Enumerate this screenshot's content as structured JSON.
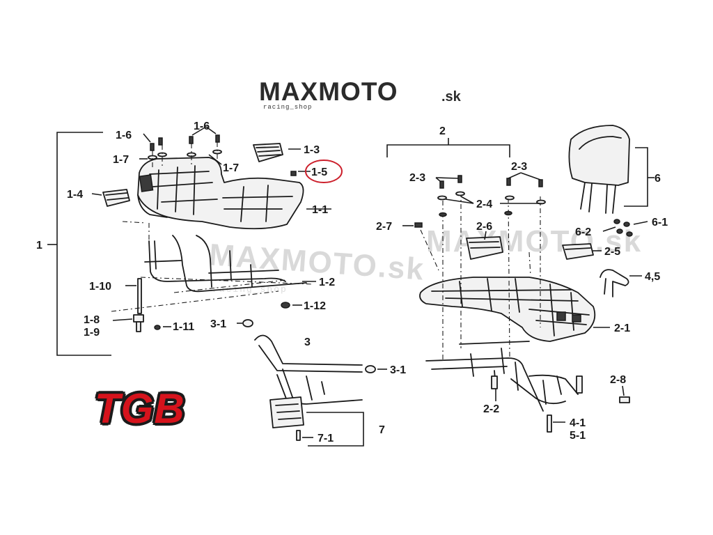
{
  "brand": {
    "name": "MAXMOTO",
    "tld": ".sk",
    "tagline": "racing_shop",
    "watermark": "MAXMOTO.sk",
    "watermark_sub": "racing_shop",
    "maker_logo": "TGB",
    "colors": {
      "tgb_red": "#d6131c",
      "ink": "#1a1a1a",
      "highlight": "#cc1f2b"
    }
  },
  "labels": {
    "g1": "1",
    "p1_1": "1-1",
    "p1_2": "1-2",
    "p1_3": "1-3",
    "p1_4": "1-4",
    "p1_5": "1-5",
    "p1_6a": "1-6",
    "p1_6b": "1-6",
    "p1_7a": "1-7",
    "p1_7b": "1-7",
    "p1_8": "1-8",
    "p1_9": "1-9",
    "p1_10": "1-10",
    "p1_11": "1-11",
    "p1_12": "1-12",
    "g2": "2",
    "p2_1": "2-1",
    "p2_2": "2-2",
    "p2_3a": "2-3",
    "p2_3b": "2-3",
    "p2_4": "2-4",
    "p2_5": "2-5",
    "p2_6": "2-6",
    "p2_7": "2-7",
    "p2_8": "2-8",
    "g3": "3",
    "p3_1a": "3-1",
    "p3_1b": "3-1",
    "p4_5": "4,5",
    "p4_1": "4-1",
    "p5_1": "5-1",
    "g6": "6",
    "p6_1": "6-1",
    "p6_2": "6-2",
    "g7": "7",
    "p7_1": "7-1"
  },
  "highlighted_part": "1-5"
}
